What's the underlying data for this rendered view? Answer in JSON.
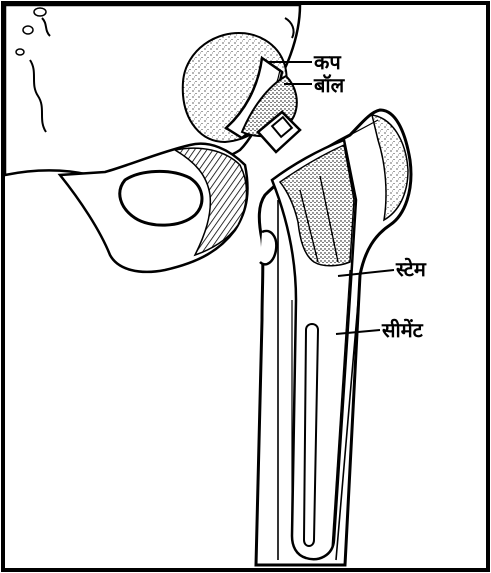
{
  "diagram": {
    "labels": {
      "cup": "कप",
      "ball": "बॉल",
      "stem": "स्टेम",
      "cement": "सीमेंट"
    }
  },
  "colors": {
    "ink": "#000000",
    "paper": "#ffffff",
    "bone_shade": "#cfcfcf",
    "implant_shade": "#bdbdbd"
  }
}
